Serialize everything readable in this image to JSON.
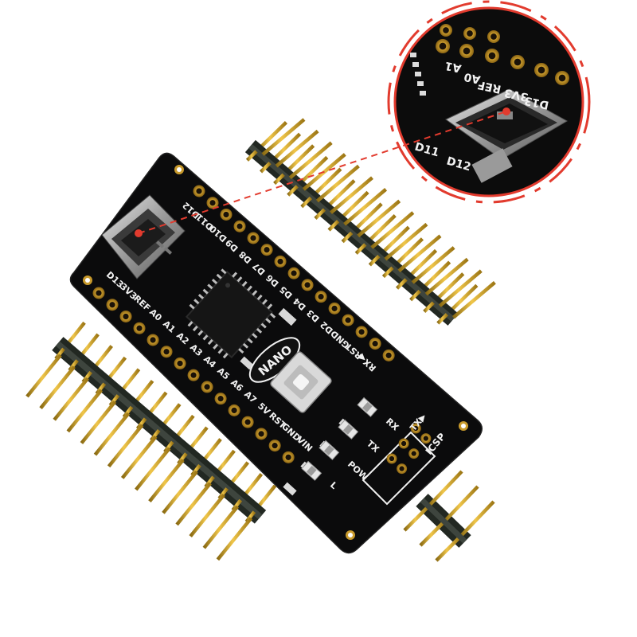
{
  "board": {
    "name_label": "NANO",
    "top_pin_labels": [
      "D12",
      "D11",
      "D10",
      "D9",
      "D8",
      "D7",
      "D6",
      "D5",
      "D4",
      "D3",
      "D2",
      "GND",
      "RST",
      "RX◀"
    ],
    "bottom_pin_labels": [
      "D13",
      "3V3",
      "REF",
      "A0",
      "A1",
      "A2",
      "A3",
      "A4",
      "A5",
      "A6",
      "A7",
      "5V",
      "RST",
      "GND",
      "VIN"
    ],
    "led_labels": [
      "RX",
      "TX",
      "POW",
      "L"
    ],
    "icsp_label": "ICSP",
    "tx_label": "TX▶"
  },
  "zoom_callout": {
    "labels": [
      "D13",
      "3V3",
      "REF",
      "A0",
      "A1",
      "D11",
      "D12"
    ]
  },
  "colors": {
    "pcb": "#0b0b0c",
    "silkscreen": "#f2f2f2",
    "gold": "#d4a62a",
    "callout_ring": "#e23b2e",
    "header_plastic": "#1f2420"
  }
}
